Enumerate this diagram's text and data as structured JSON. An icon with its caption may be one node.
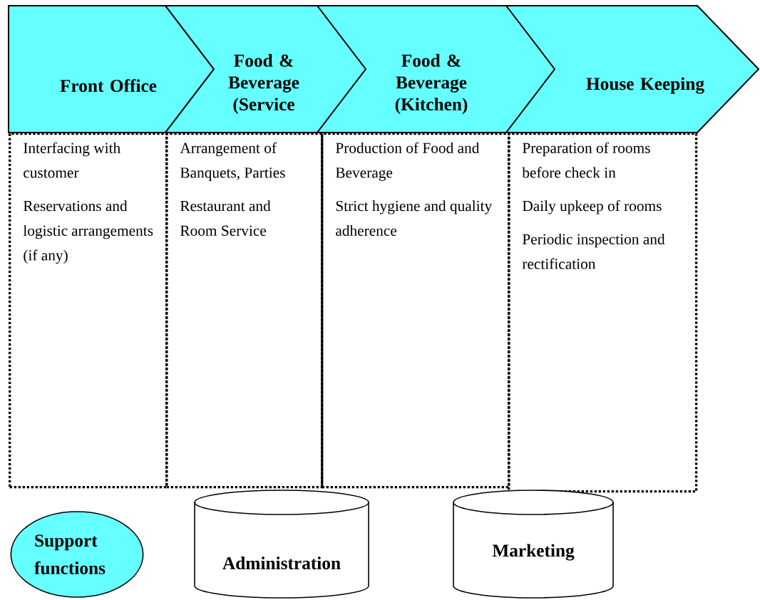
{
  "diagram": {
    "nodes": [
      {
        "text": [
          "Front Office"
        ]
      },
      {
        "text": [
          "Food & Beverage (Service"
        ]
      },
      {
        "text": [
          "Food & Beverage (Kitchen)"
        ]
      },
      {
        "text": [
          "House Keeping"
        ]
      },
      {
        "text": [
          "Interfacing with customer",
          "Reservations and logistic arrangements (if any)"
        ]
      },
      {
        "text": [
          "Arrangement of Banquets, Parties",
          "Restaurant and Room Service"
        ]
      },
      {
        "text": [
          "Production of Food and Beverage",
          "Strict hygiene and quality adherence"
        ]
      },
      {
        "text": [
          "Preparation of rooms before check in",
          "Daily upkeep of rooms",
          "Periodic inspection and rectification"
        ]
      },
      {
        "text": [
          "Support functions"
        ]
      },
      {
        "text": [
          "Administration"
        ]
      },
      {
        "text": [
          "Marketing"
        ]
      }
    ]
  }
}
